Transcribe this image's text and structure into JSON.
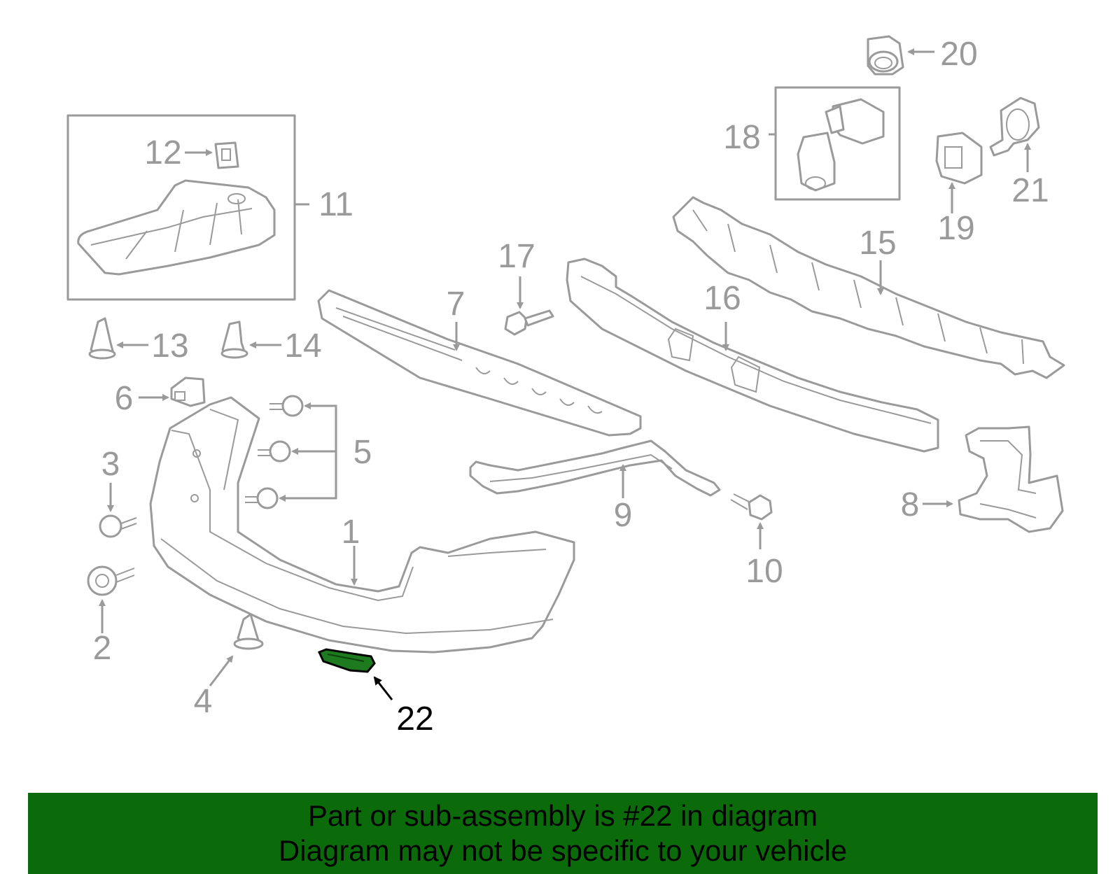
{
  "callouts": {
    "c1": "1",
    "c2": "2",
    "c3": "3",
    "c4": "4",
    "c5": "5",
    "c6": "6",
    "c7": "7",
    "c8": "8",
    "c9": "9",
    "c10": "10",
    "c11": "11",
    "c12": "12",
    "c13": "13",
    "c14": "14",
    "c15": "15",
    "c16": "16",
    "c17": "17",
    "c18": "18",
    "c19": "19",
    "c20": "20",
    "c21": "21",
    "c22": "22"
  },
  "highlighted_part": "22",
  "banner": {
    "line1": "Part or sub-assembly is #22 in diagram",
    "line2": "Diagram may not be specific to your vehicle"
  },
  "colors": {
    "banner_bg": "#0b6b0b",
    "part_gray": "#9a9a9a",
    "highlight_part": "#1e7a1e"
  }
}
